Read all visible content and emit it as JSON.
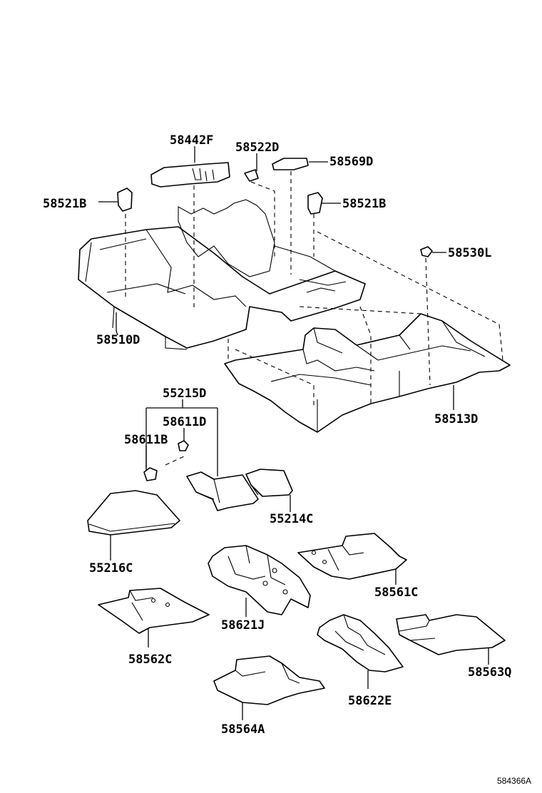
{
  "parts": {
    "p58442F": "58442F",
    "p58522D": "58522D",
    "p58569D": "58569D",
    "p58521B_left": "58521B",
    "p58521B_right": "58521B",
    "p58530L": "58530L",
    "p58510D": "58510D",
    "p58513D": "58513D",
    "p55215D": "55215D",
    "p58611D": "58611D",
    "p58611B": "58611B",
    "p55214C": "55214C",
    "p55216C": "55216C",
    "p58561C": "58561C",
    "p58621J": "58621J",
    "p58562C": "58562C",
    "p58563Q": "58563Q",
    "p58622E": "58622E",
    "p58564A": "58564A"
  },
  "reference_code": "584366A"
}
